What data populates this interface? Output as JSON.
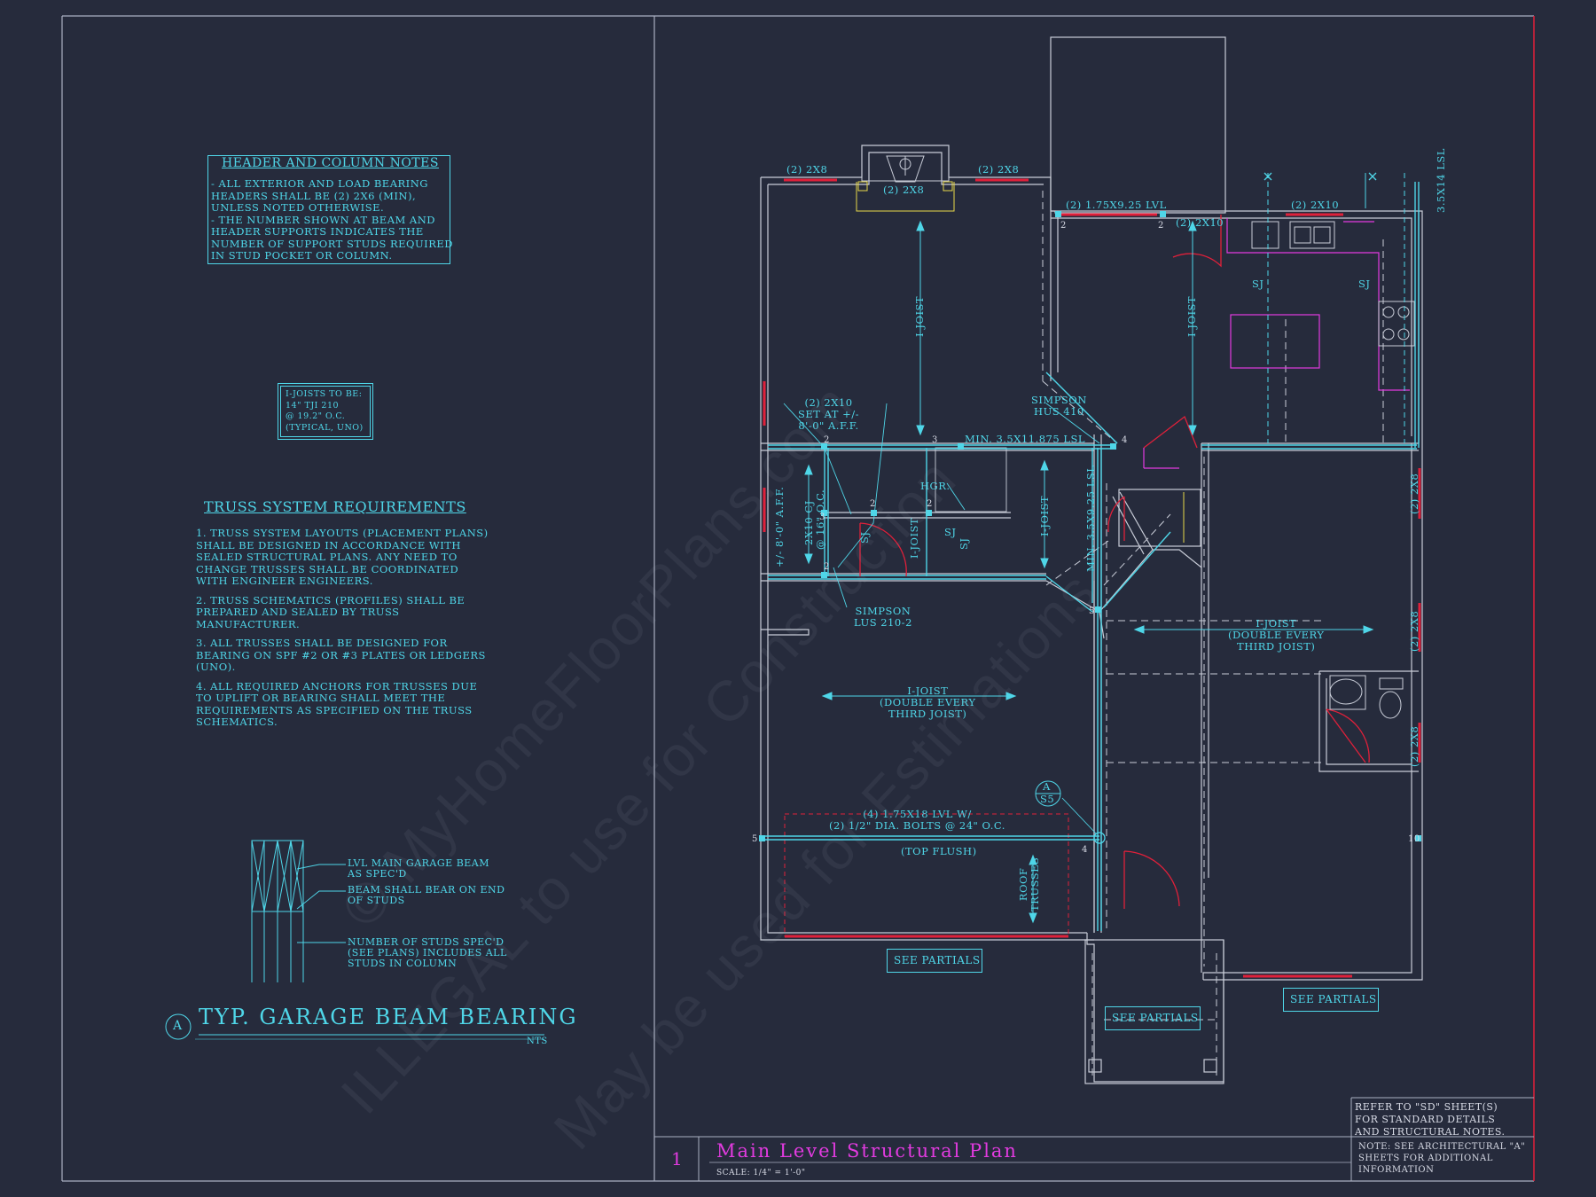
{
  "notes": {
    "header_column": {
      "title": "HEADER AND COLUMN NOTES",
      "lines": [
        "- ALL EXTERIOR AND LOAD BEARING",
        "HEADERS SHALL BE (2) 2x6 (MIN),",
        "UNLESS NOTED OTHERWISE.",
        "- THE NUMBER SHOWN AT BEAM AND",
        "HEADER SUPPORTS INDICATES THE",
        "NUMBER OF SUPPORT STUDS REQUIRED",
        "IN STUD POCKET OR COLUMN."
      ]
    },
    "ijoist_box": [
      "I-JOISTS TO BE:",
      "14\" TJI 210",
      "@ 19.2\" O.C.",
      "(TYPICAL, UNO)"
    ],
    "truss": {
      "title": "TRUSS SYSTEM REQUIREMENTS",
      "items": [
        [
          "1. TRUSS SYSTEM LAYOUTS (PLACEMENT PLANS)",
          "SHALL BE DESIGNED IN ACCORDANCE WITH",
          "SEALED STRUCTURAL PLANS. ANY NEED TO",
          "CHANGE TRUSSES SHALL BE COORDINATED",
          "WITH ENGINEER ENGINEERS."
        ],
        [
          "2. TRUSS SCHEMATICS (PROFILES) SHALL BE",
          "PREPARED AND SEALED BY TRUSS",
          "MANUFACTURER."
        ],
        [
          "3. ALL TRUSSES SHALL BE DESIGNED FOR",
          "BEARING ON SPF #2 OR #3 PLATES OR LEDGERS",
          "(UNO)."
        ],
        [
          "4. ALL REQUIRED ANCHORS FOR TRUSSES DUE",
          "TO UPLIFT OR BEARING SHALL MEET THE",
          "REQUIREMENTS AS SPECIFIED ON THE TRUSS",
          "SCHEMATICS."
        ]
      ]
    },
    "beam_detail": {
      "callout_1": [
        "LVL MAIN GARAGE BEAM",
        "AS SPEC'D"
      ],
      "callout_2": [
        "BEAM SHALL BEAR ON END",
        "OF STUDS"
      ],
      "callout_3": [
        "NUMBER OF STUDS SPEC'D",
        "(SEE PLANS) INCLUDES ALL",
        "STUDS IN COLUMN"
      ],
      "marker": "A",
      "title": "TYP. GARAGE BEAM BEARING",
      "scale": "NTS"
    }
  },
  "plan": {
    "labels": {
      "hdr_2x8_left": "(2) 2x8",
      "hdr_2x8_right": "(2) 2x8",
      "hdr_2x8_center": "(2) 2x8",
      "lvl_175": "(2) 1.75x9.25 LVL",
      "hdr_2x10_a": "(2) 2x10",
      "hdr_2x10_b": "(2) 2x10",
      "lsl_vert": "3.5x14 LSL",
      "ijoist_1": "I-JOIST",
      "ijoist_2": "I-JOIST",
      "sj_1": "SJ",
      "sj_2": "SJ",
      "hdr_2x10_set": [
        "(2) 2x10",
        "SET AT +/-",
        "8'-0\" A.F.F."
      ],
      "simpson_hus": [
        "SIMPSON",
        "HUS 410"
      ],
      "min_lsl": "MIN. 3.5x11.875 LSL",
      "aff": "+/- 8'-0\" A.F.F.",
      "cj": "2x10 CJ",
      "oc16": "@ 16\" O.C.",
      "hgr": "HGR.",
      "ijoist_3": "I-JOIST",
      "ijoist_4": "I-JOIST",
      "sj_3": "SJ",
      "sj_4": "SJ",
      "sj_5": "SJ",
      "min_lsl_v": "MIN. 3.5x9.25 LSL",
      "hdr_2x8_e1": "(2) 2x8",
      "hdr_2x8_e2": "(2) 2x8",
      "hdr_2x8_e3": "(2) 2x8",
      "simpson_lus": [
        "SIMPSON",
        "LUS 210-2"
      ],
      "ijoist_double_r": [
        "I-JOIST",
        "(DOUBLE EVERY",
        "THIRD JOIST)"
      ],
      "ijoist_double_l": [
        "I-JOIST",
        "(DOUBLE EVERY",
        "THIRD JOIST)"
      ],
      "section_marker_top": "A",
      "section_marker_bot": "S5",
      "lvl_beam": [
        "(4) 1.75x18 LVL W/",
        "(2) 1/2\" DIA. BOLTS @ 24\" O.C."
      ],
      "top_flush": "(TOP FLUSH)",
      "roof_trusses": [
        "ROOF",
        "TRUSSES"
      ],
      "see_partials_1": "SEE PARTIALS",
      "see_partials_2": "SEE PARTIALS",
      "see_partials_3": "SEE PARTIALS",
      "nums": [
        "2",
        "2",
        "2",
        "3",
        "4",
        "2",
        "2",
        "2",
        "3",
        "5",
        "5",
        "10",
        "4"
      ]
    }
  },
  "title_block": {
    "number": "1",
    "title": "Main Level Structural Plan",
    "scale": "SCALE: 1/4\" = 1'-0\"",
    "refer": [
      "REFER TO \"SD\" SHEET(S)",
      "FOR STANDARD DETAILS",
      "AND STRUCTURAL NOTES."
    ],
    "note": [
      "NOTE: SEE ARCHITECTURAL \"A\"",
      "SHEETS FOR ADDITIONAL",
      "INFORMATION"
    ]
  },
  "watermark": [
    "© MyHomeFloorPlans.com",
    "ILLEGAL to use for Construction",
    "May be used for Estimations"
  ],
  "colors": {
    "background": "#262b3c",
    "cyan": "#4fd6e8",
    "red": "#e0203a",
    "magenta": "#e23be0",
    "white": "#d8dbe6",
    "yellow": "#e8d84a"
  }
}
